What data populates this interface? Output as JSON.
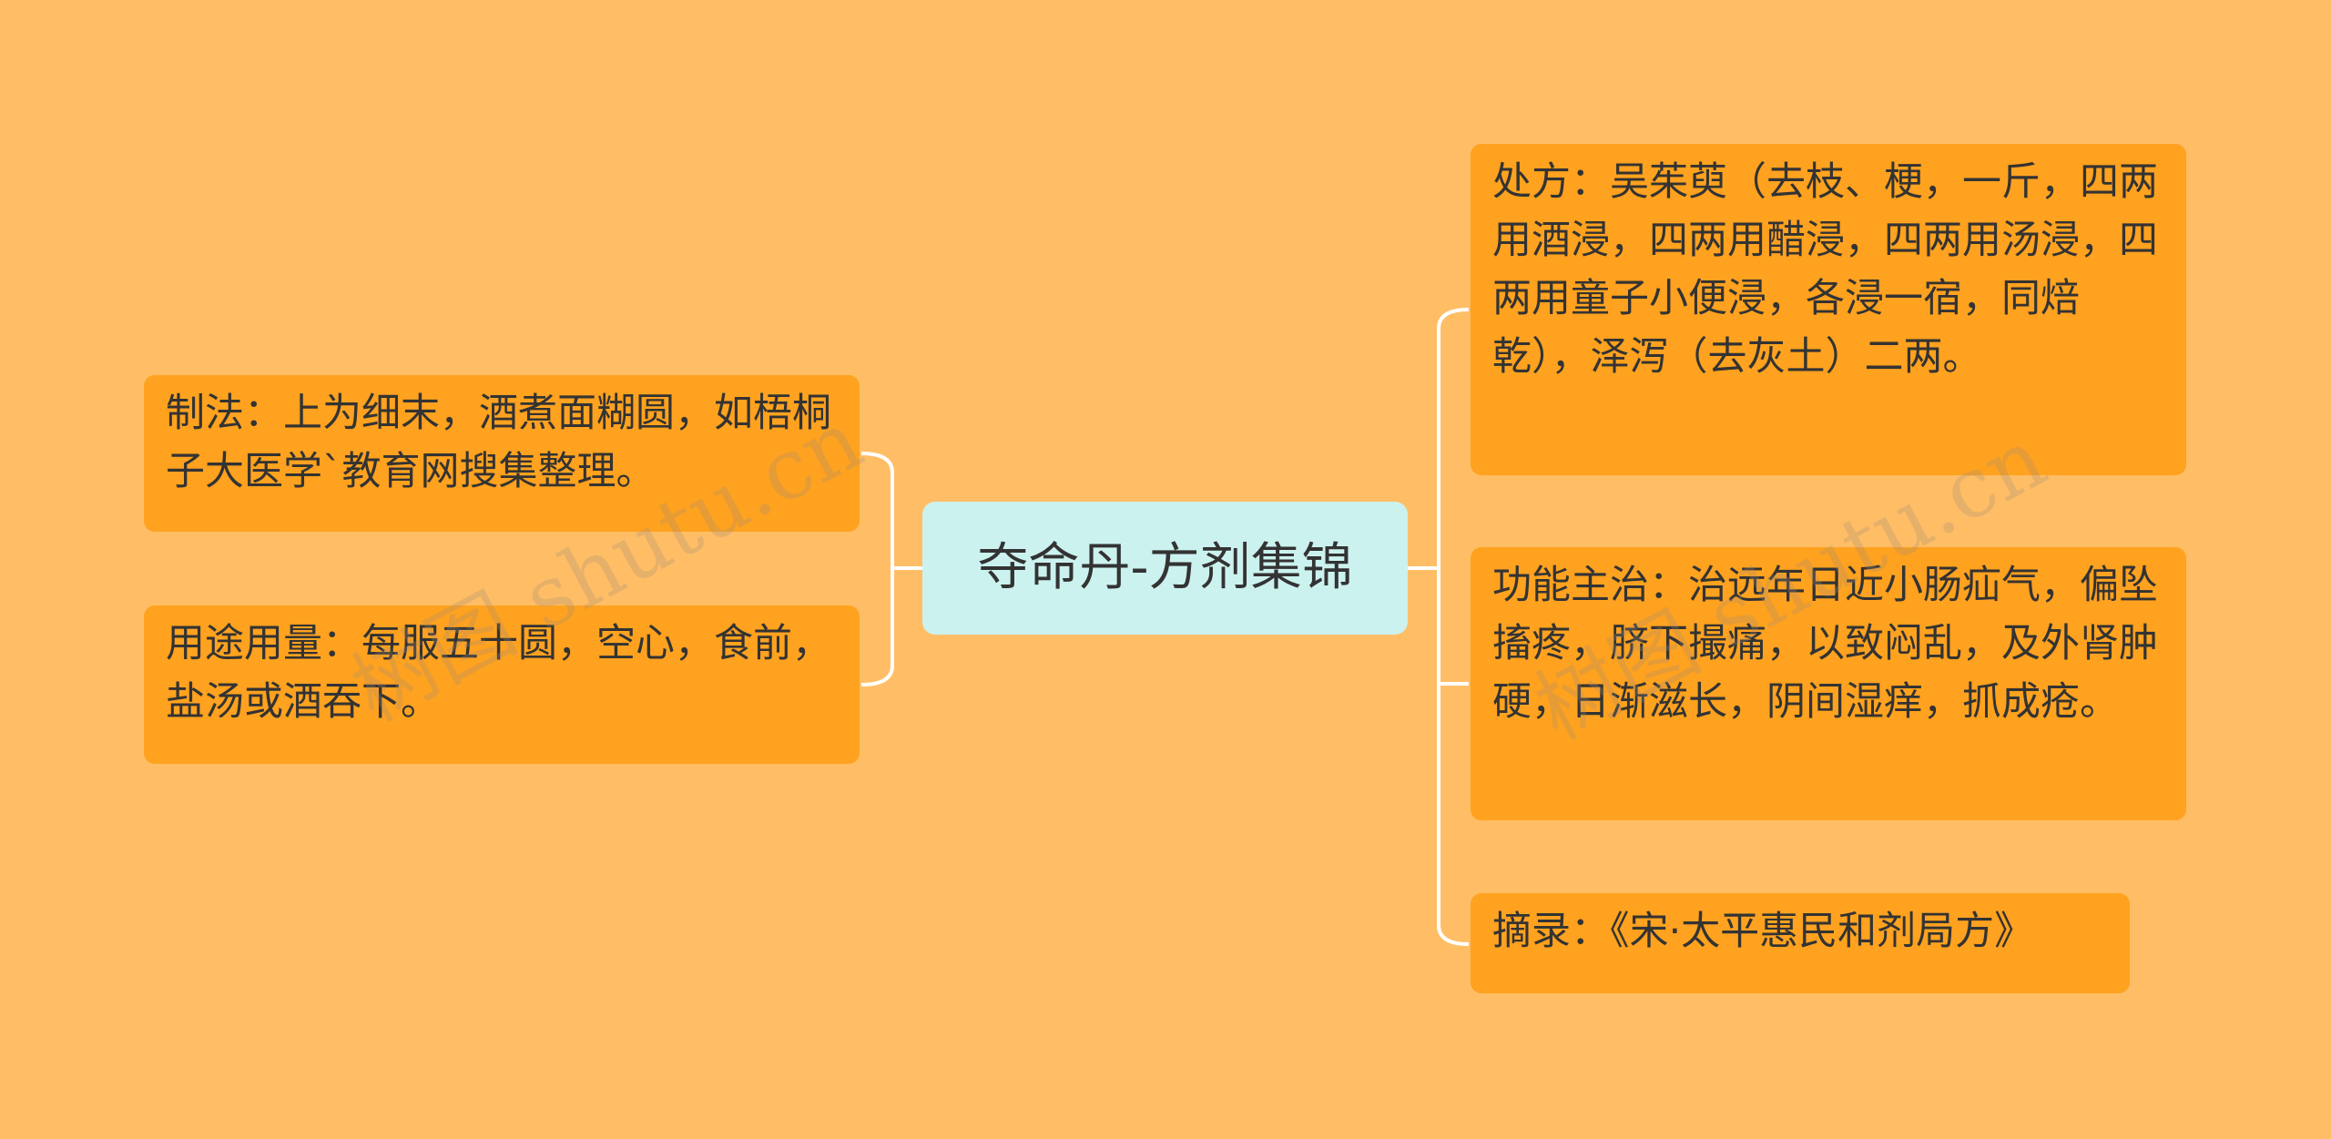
{
  "root": {
    "label": "夺命丹-方剂集锦"
  },
  "left_nodes": [
    {
      "text": "制法：上为细末，酒煮面糊圆，如梧桐子大医学`教育网搜集整理。"
    },
    {
      "text": "用途用量：每服五十圆，空心，食前，盐汤或酒吞下。"
    }
  ],
  "right_nodes": [
    {
      "text": "处方：吴茱萸（去枝、梗，一斤，四两用酒浸，四两用醋浸，四两用汤浸，四两用童子小便浸，各浸一宿，同焙乾），泽泻（去灰土）二两。"
    },
    {
      "text": "功能主治：治远年日近小肠疝气，偏坠搐疼，脐下撮痛，以致闷乱，及外肾肿硬，日渐滋长，阴间湿痒，抓成疮。"
    },
    {
      "text": "摘录：《宋·太平惠民和剂局方》"
    }
  ],
  "watermarks": [
    "树图 shutu.cn",
    "树图 shutu.cn"
  ],
  "colors": {
    "background": "#FFBE66",
    "node": "#FFA21F",
    "root": "#CCF2EF",
    "connector": "#FFFFFF",
    "text": "#333333"
  }
}
